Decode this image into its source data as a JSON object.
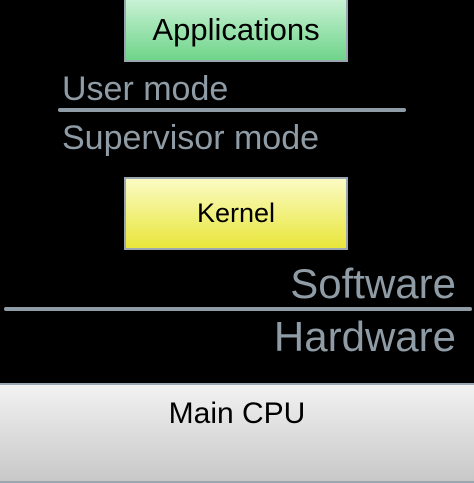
{
  "diagram": {
    "applications_label": "Applications",
    "user_mode_label": "User mode",
    "supervisor_mode_label": "Supervisor mode",
    "kernel_label": "Kernel",
    "software_label": "Software",
    "hardware_label": "Hardware",
    "main_cpu_label": "Main CPU"
  },
  "colors": {
    "background": "#000000",
    "label_gray": "#8f9ca6",
    "applications_fill": "#6fd48a",
    "kernel_fill": "#e8e63a",
    "cpu_fill": "#c8c8c8"
  }
}
